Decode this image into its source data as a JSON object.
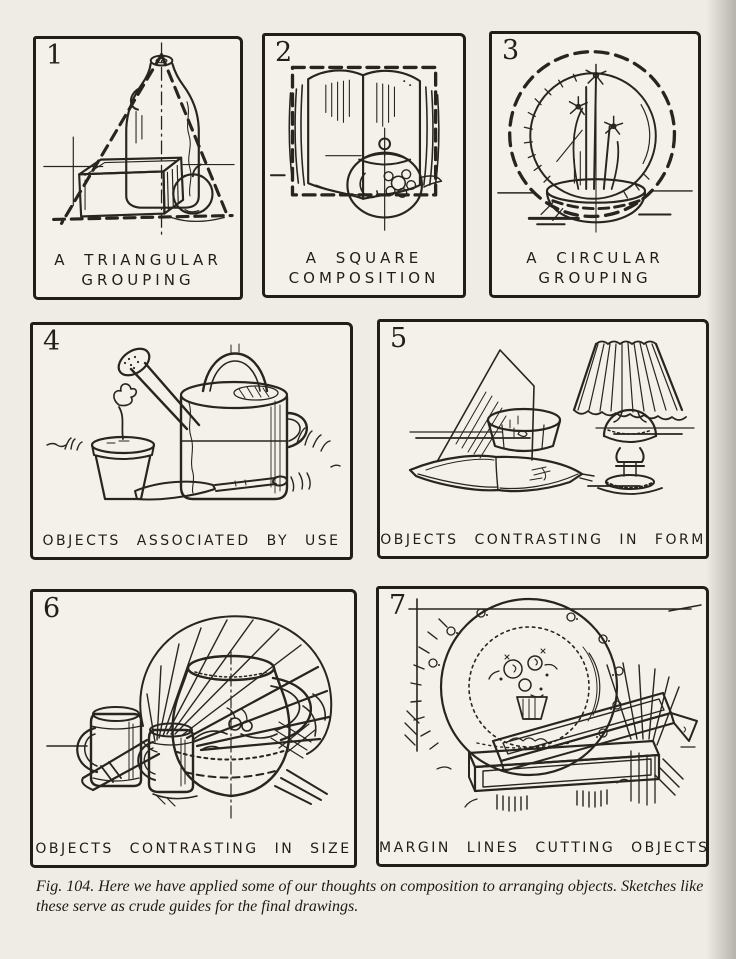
{
  "page": {
    "figure_caption_line1": "Fig. 104. Here we have applied some of our thoughts on composition to arranging objects. Sketches like",
    "figure_caption_line2": "these serve as crude guides for the final drawings."
  },
  "colors": {
    "paper": "#efece5",
    "ink": "#282420",
    "edge_shadow": "#5a5650"
  },
  "panels": [
    {
      "number": "1",
      "caption_line1": "A TRIANGULAR",
      "caption_line2": "GROUPING",
      "scene": "jug, box and apple arranged inside a dashed triangle"
    },
    {
      "number": "2",
      "caption_line1": "A SQUARE",
      "caption_line2": "COMPOSITION",
      "scene": "open book and decorated jar inside a dashed square"
    },
    {
      "number": "3",
      "caption_line1": "A CIRCULAR",
      "caption_line2": "GROUPING",
      "scene": "plate behind a bowl of narcissus flowers inside a dashed circle"
    },
    {
      "number": "4",
      "caption": "OBJECTS ASSOCIATED BY USE",
      "scene": "watering can, flower pot and trowel on grass"
    },
    {
      "number": "5",
      "caption": "OBJECTS CONTRASTING IN FORM",
      "scene": "table lamp, bowl and open book"
    },
    {
      "number": "6",
      "caption": "OBJECTS CONTRASTING IN SIZE",
      "scene": "large pitcher, two mugs and straw fan"
    },
    {
      "number": "7",
      "caption": "MARGIN LINES CUTTING OBJECTS",
      "scene": "floral plate and long boxes cut by margin lines"
    }
  ]
}
